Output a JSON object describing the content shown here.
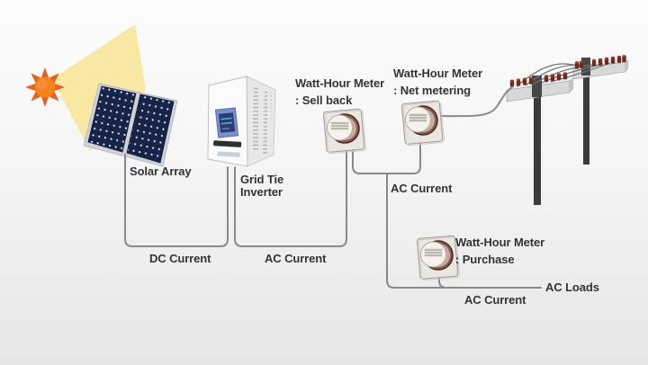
{
  "diagram": {
    "type": "solar-grid-tie-system",
    "labels": {
      "solar_array": "Solar Array",
      "grid_tie_1": "Grid Tie",
      "grid_tie_2": "Inverter",
      "sellback_1": "Watt-Hour Meter",
      "sellback_2": ": Sell back",
      "net_1": "Watt-Hour Meter",
      "net_2": ": Net metering",
      "purchase_1": "Watt-Hour Meter",
      "purchase_2": ": Purchase",
      "dc_current": "DC Current",
      "ac_current_inverter": "AC Current",
      "ac_current_meters": "AC Current",
      "ac_current_loads": "AC Current",
      "ac_loads": "AC Loads"
    },
    "connections": [
      {
        "from": "solar-array",
        "to": "grid-tie-inverter",
        "label": "DC Current"
      },
      {
        "from": "grid-tie-inverter",
        "to": "meter-sell-back",
        "label": "AC Current"
      },
      {
        "from": "meter-sell-back",
        "to": "meter-net-metering",
        "label": "AC Current"
      },
      {
        "from": "meter-net-metering",
        "to": "utility-poles",
        "label": ""
      },
      {
        "from": "meter-junction",
        "to": "meter-purchase",
        "label": "AC Current"
      },
      {
        "from": "meter-purchase",
        "to": "ac-loads",
        "label": "AC Loads"
      }
    ],
    "colors": {
      "sun_core": "#f5821e",
      "sun_rays": "#e95f1e",
      "beam": "#f9e8a3",
      "panel": "#172448",
      "panel_dot": "#d9e1f2",
      "wire": "#87898c",
      "pole": "#3b3b3d",
      "insulator": "#6d2a20",
      "inverter_screen": "#2c3a78",
      "meter_ring": "#4e2b22",
      "text": "#343434",
      "background_top": "#fcfcfc",
      "background_bottom": "#e5e6e7"
    }
  }
}
